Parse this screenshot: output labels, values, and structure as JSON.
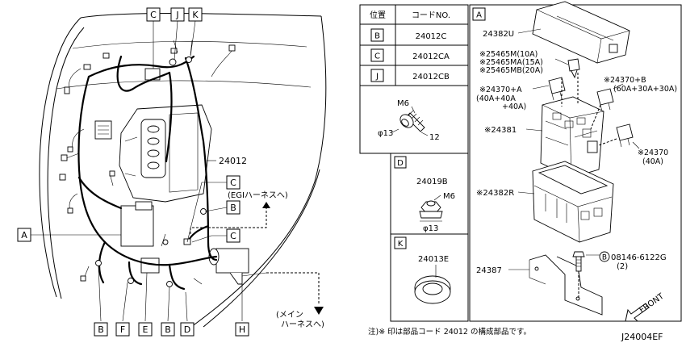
{
  "callouts": {
    "top_c": "C",
    "top_j": "J",
    "top_k": "K",
    "right_c1": "C",
    "right_b": "B",
    "right_c2": "C",
    "left_a": "A",
    "bottom_b1": "B",
    "bottom_f": "F",
    "bottom_e": "E",
    "bottom_b2": "B",
    "bottom_d": "D",
    "bottom_h": "H"
  },
  "harness_part": "24012",
  "egi_note": "(EGIハーネスへ)",
  "main_note_1": "(メイン",
  "main_note_2": "ハーネスへ)",
  "table": {
    "header_position": "位置",
    "header_code": "コードNO.",
    "rows": [
      {
        "pos": "B",
        "code": "24012C"
      },
      {
        "pos": "C",
        "code": "24012CA"
      },
      {
        "pos": "J",
        "code": "24012CB"
      }
    ]
  },
  "bolt_detail": {
    "m6": "M6",
    "dia": "φ13",
    "len": "12"
  },
  "detail_d": {
    "label": "D",
    "part": "24019B",
    "m6": "M6",
    "dia": "φ13"
  },
  "detail_k": {
    "label": "K",
    "part": "24013E"
  },
  "detail_a": {
    "label": "A",
    "p1": "24382U",
    "p2": "※25465M(10A)",
    "p3": "※25465MA(15A)",
    "p4": "※25465MB(20A)",
    "p5a": "※24370+A",
    "p5b": "(40A+40A",
    "p5c": "+40A)",
    "p6a": "※24370+B",
    "p6b": "(60A+30A+30A)",
    "p7": "※24381",
    "p8a": "※24370",
    "p8b": "(40A)",
    "p9": "※24382R",
    "p10": "24387",
    "bolt_circle": "B",
    "bolt_part": "08146-6122G",
    "bolt_qty": "(2)",
    "front": "FRONT"
  },
  "footnote": "注)※ 印は部品コード 24012 の構成部品です。",
  "diagram_id": "J24004EF"
}
